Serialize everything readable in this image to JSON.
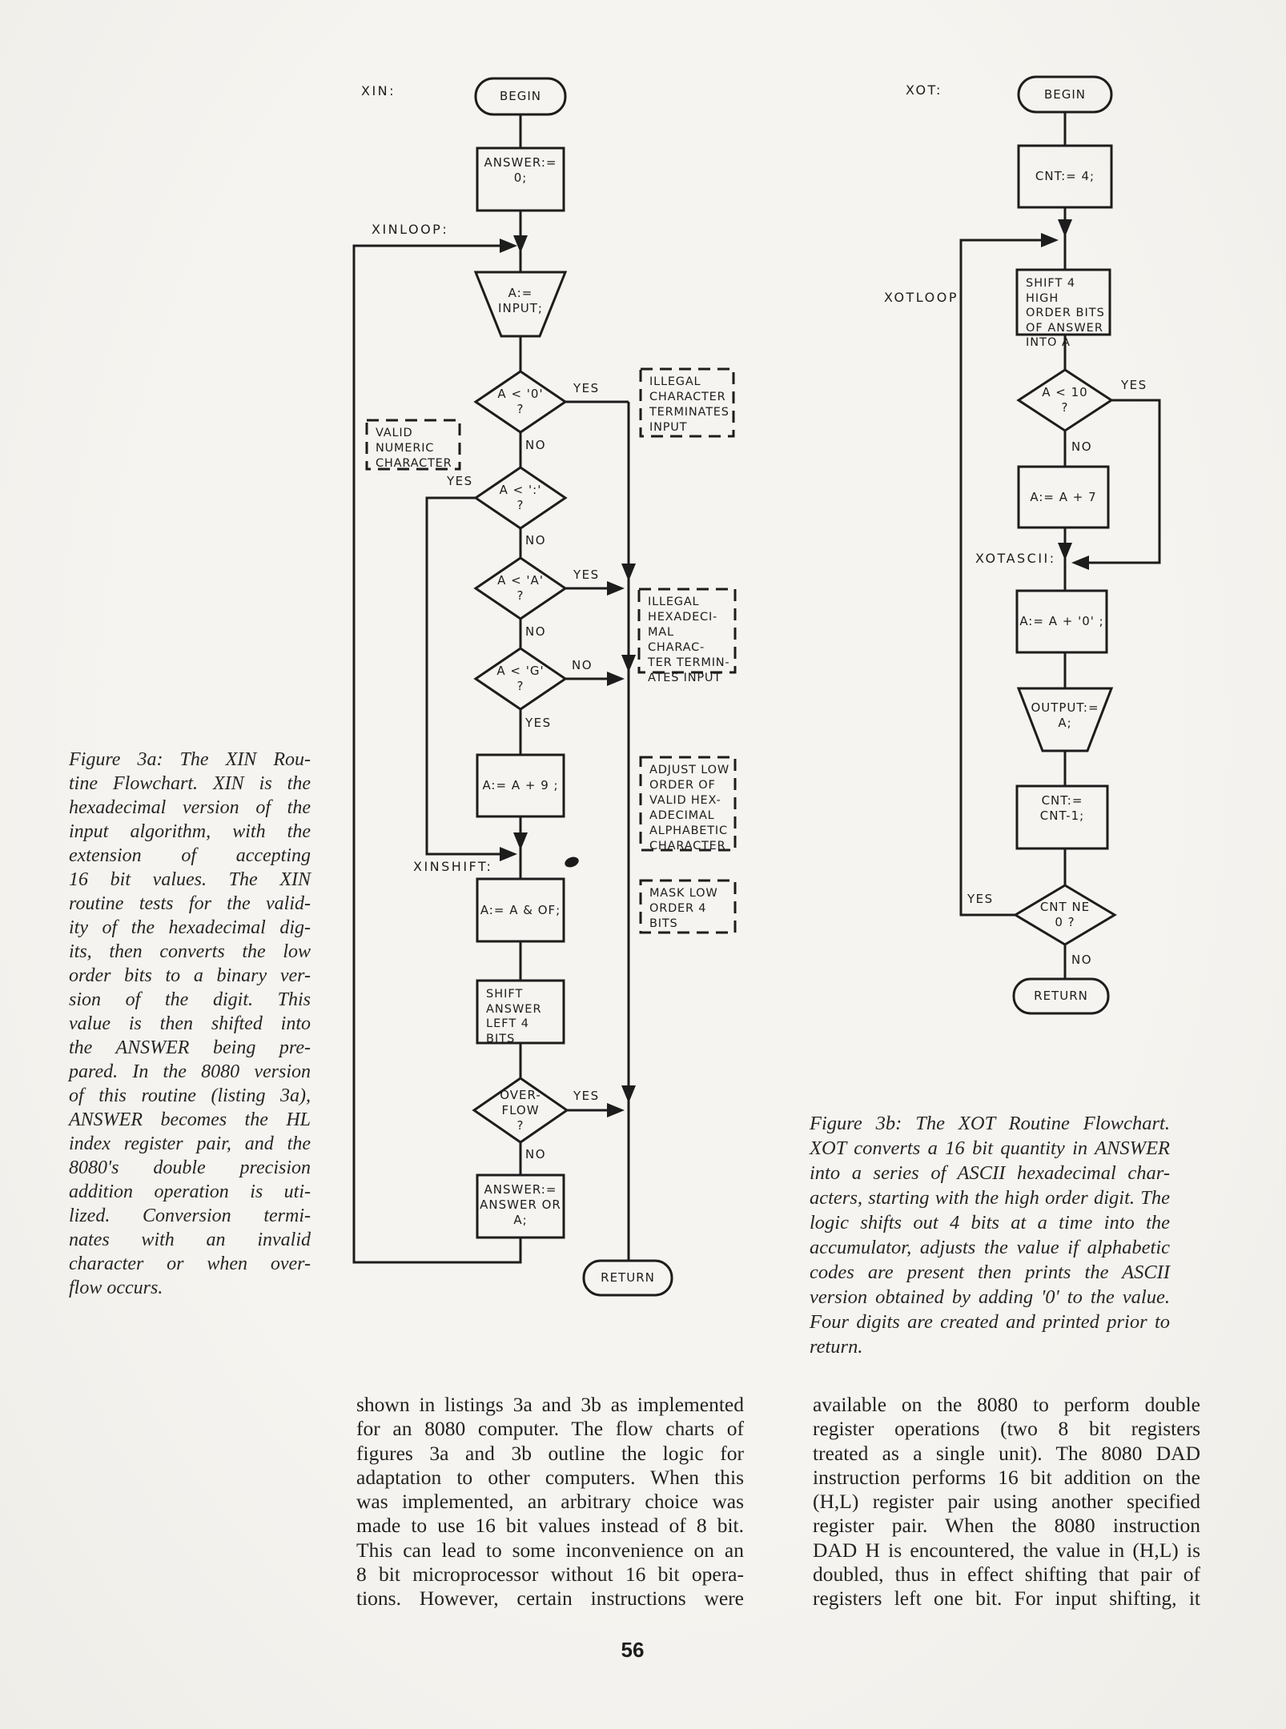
{
  "branch": {
    "yes": "YES",
    "no": "NO"
  },
  "page_number": "56",
  "xin": {
    "title": "XIN:",
    "loop_label": "XINLOOP:",
    "shift_label": "XINSHIFT:",
    "nodes": {
      "begin": "BEGIN",
      "init": "ANSWER:=\n0;",
      "input": "A:=\nINPUT;",
      "lt_zero": "A < '0'\n?",
      "lt_colon": "A < ':'\n?",
      "lt_a": "A < 'A'\n?",
      "lt_g": "A < 'G'\n?",
      "add_nine": "A:= A + 9 ;",
      "mask": "A:= A & OF;",
      "shift": "SHIFT\nANSWER\nLEFT 4\nBITS",
      "overflow": "OVER-\nFLOW\n?",
      "or_a": "ANSWER:=\nANSWER OR\nA;",
      "return": "RETURN"
    },
    "annotations": {
      "illegal_char": "ILLEGAL\nCHARACTER\nTERMINATES\nINPUT",
      "valid_numeric": "VALID\nNUMERIC\nCHARACTER",
      "illegal_hex": "ILLEGAL\nHEXADECI-\nMAL CHARAC-\nTER TERMIN-\nATES INPUT",
      "adjust_low": "ADJUST LOW\nORDER OF\nVALID HEX-\nADECIMAL\nALPHABETIC\nCHARACTER",
      "mask_low": "MASK LOW\nORDER 4\nBITS"
    },
    "caption_lines": "Figure 3a: The XIN Rou-\ntine Flowchart. XIN is the\nhexadecimal version of the\ninput algorithm, with the\nextension of accepting\n16 bit values. The XIN\nroutine tests for the valid-\nity of the hexadecimal dig-\nits, then converts the low\norder bits to a binary ver-\nsion of the digit. This\nvalue is then shifted into\nthe ANSWER being pre-\npared. In the 8080 version\nof this routine (listing 3a),\nANSWER becomes the HL\nindex register pair, and the\n8080's double precision\naddition operation is uti-\nlized. Conversion termi-\nnates with an invalid\ncharacter or when over-",
    "caption_last": "flow occurs."
  },
  "xot": {
    "title": "XOT:",
    "loop_label": "XOTLOOP:",
    "ascii_label": "XOTASCII:",
    "nodes": {
      "begin": "BEGIN",
      "cnt4": "CNT:= 4;",
      "shift4": "SHIFT 4 HIGH\nORDER BITS\nOF ANSWER\nINTO A",
      "lt_ten": "A < 10\n?",
      "add_seven": "A:= A + 7",
      "add_zero": "A:= A + '0' ;",
      "output": "OUTPUT:=\nA;",
      "decrement": "CNT:=\nCNT-1;",
      "cnt_ne": "CNT NE\n0 ?",
      "return": "RETURN"
    },
    "caption_lines": "Figure 3b: The XOT Routine Flowchart.\nXOT converts a 16 bit quantity in ANSWER\ninto a series of ASCII hexadecimal char-\nacters, starting with the high order digit. The\nlogic shifts out 4 bits at a time into the\naccumulator, adjusts the value if alphabetic\ncodes are present then prints the ASCII\nversion obtained by adding '0' to the value.\nFour digits are created and printed prior to",
    "caption_last": "return."
  },
  "body": {
    "left": "shown in listings 3a and 3b as implemented\nfor an 8080 computer. The flow charts of\nfigures 3a and 3b outline the logic for\nadaptation to other computers. When this\nwas implemented, an arbitrary choice was\nmade to use 16 bit values instead of 8 bit.\nThis can lead to some inconvenience on an\n8 bit microprocessor without 16 bit opera-\ntions. However, certain instructions were",
    "right": "available on the 8080 to perform double\nregister operations (two 8 bit registers\ntreated as a single unit). The 8080 DAD\ninstruction performs 16 bit addition on the\n(H,L) register pair using another specified\nregister pair. When the 8080 instruction\nDAD H is encountered, the value in (H,L) is\ndoubled, thus in effect shifting that pair of\nregisters left one bit. For input shifting, it"
  }
}
